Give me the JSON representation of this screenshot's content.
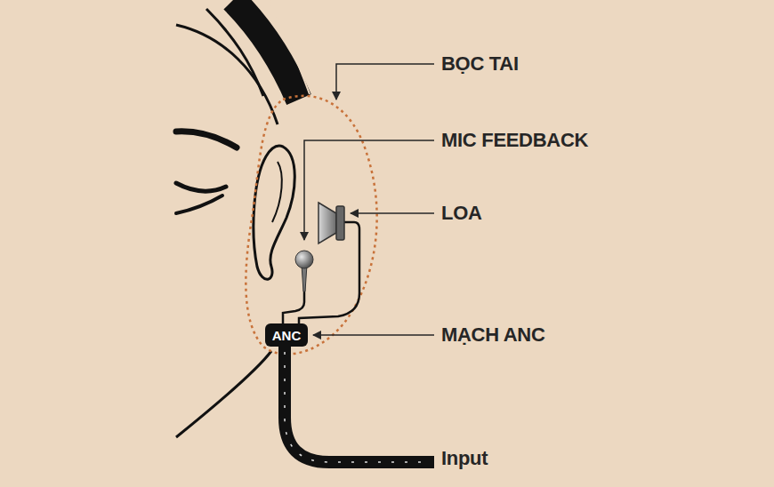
{
  "diagram": {
    "nodes": [
      {
        "text": [
          "ANC"
        ]
      }
    ],
    "labels": [
      "BỌC TAI",
      "MIC FEEDBACK",
      "LOA",
      "MẠCH ANC",
      "Input"
    ]
  }
}
